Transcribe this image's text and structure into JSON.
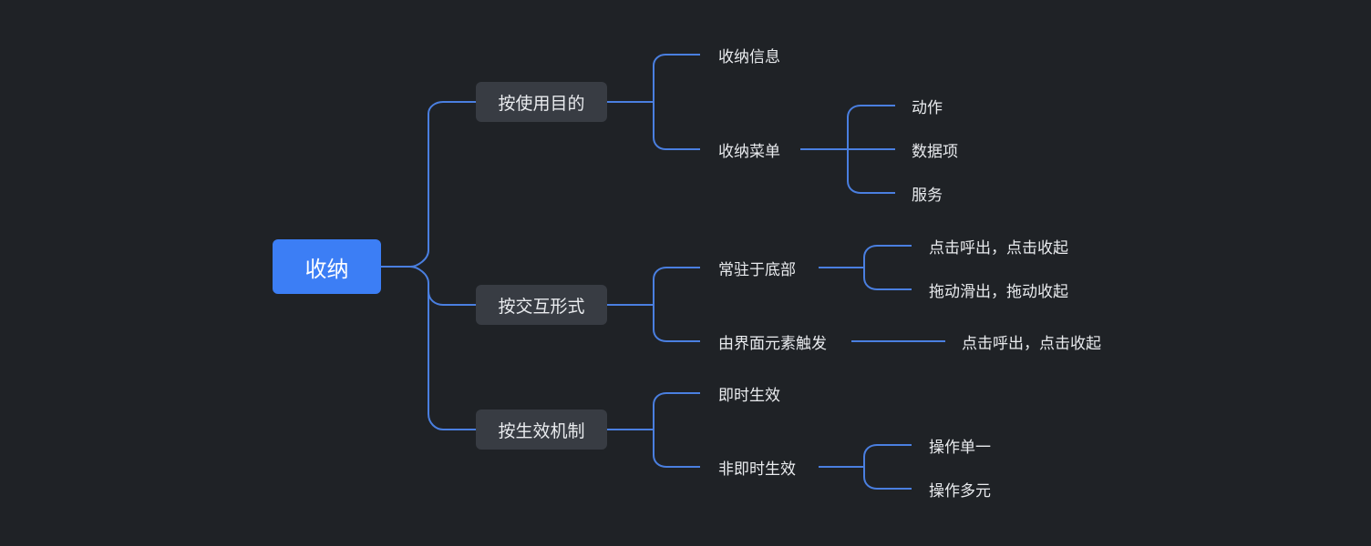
{
  "colors": {
    "background": "#1f2226",
    "root_fill": "#3c7ef5",
    "branch_fill": "#383c43",
    "connector": "#4a7fe0",
    "text": "#e9ebee"
  },
  "mindmap": {
    "root": "收纳",
    "branches": [
      {
        "label": "按使用目的",
        "children": [
          {
            "label": "收纳信息"
          },
          {
            "label": "收纳菜单",
            "children": [
              "动作",
              "数据项",
              "服务"
            ]
          }
        ]
      },
      {
        "label": "按交互形式",
        "children": [
          {
            "label": "常驻于底部",
            "children": [
              "点击呼出，点击收起",
              "拖动滑出，拖动收起"
            ]
          },
          {
            "label": "由界面元素触发",
            "children": [
              "点击呼出，点击收起"
            ]
          }
        ]
      },
      {
        "label": "按生效机制",
        "children": [
          {
            "label": "即时生效"
          },
          {
            "label": "非即时生效",
            "children": [
              "操作单一",
              "操作多元"
            ]
          }
        ]
      }
    ]
  }
}
